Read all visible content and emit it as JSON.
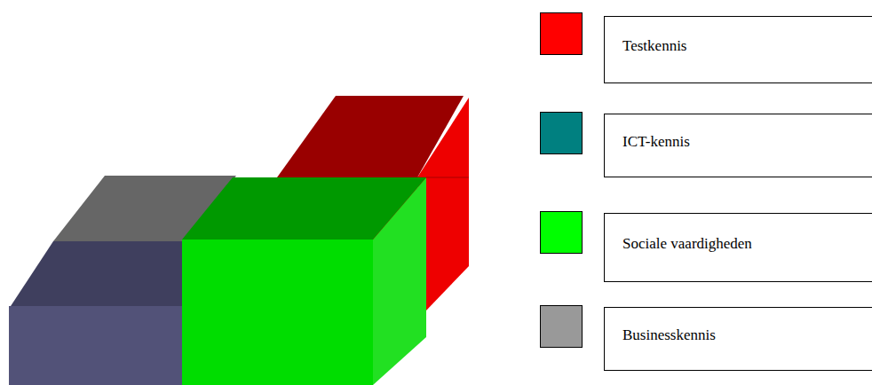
{
  "diagram": {
    "legend": [
      {
        "text": "Testkennis",
        "color": "#ff0000"
      },
      {
        "text": "ICT-kennis",
        "color": "#008080"
      },
      {
        "text": "Sociale vaardigheden",
        "color": "#00ff00"
      },
      {
        "text": "Businesskennis",
        "color": "#999999"
      }
    ]
  }
}
